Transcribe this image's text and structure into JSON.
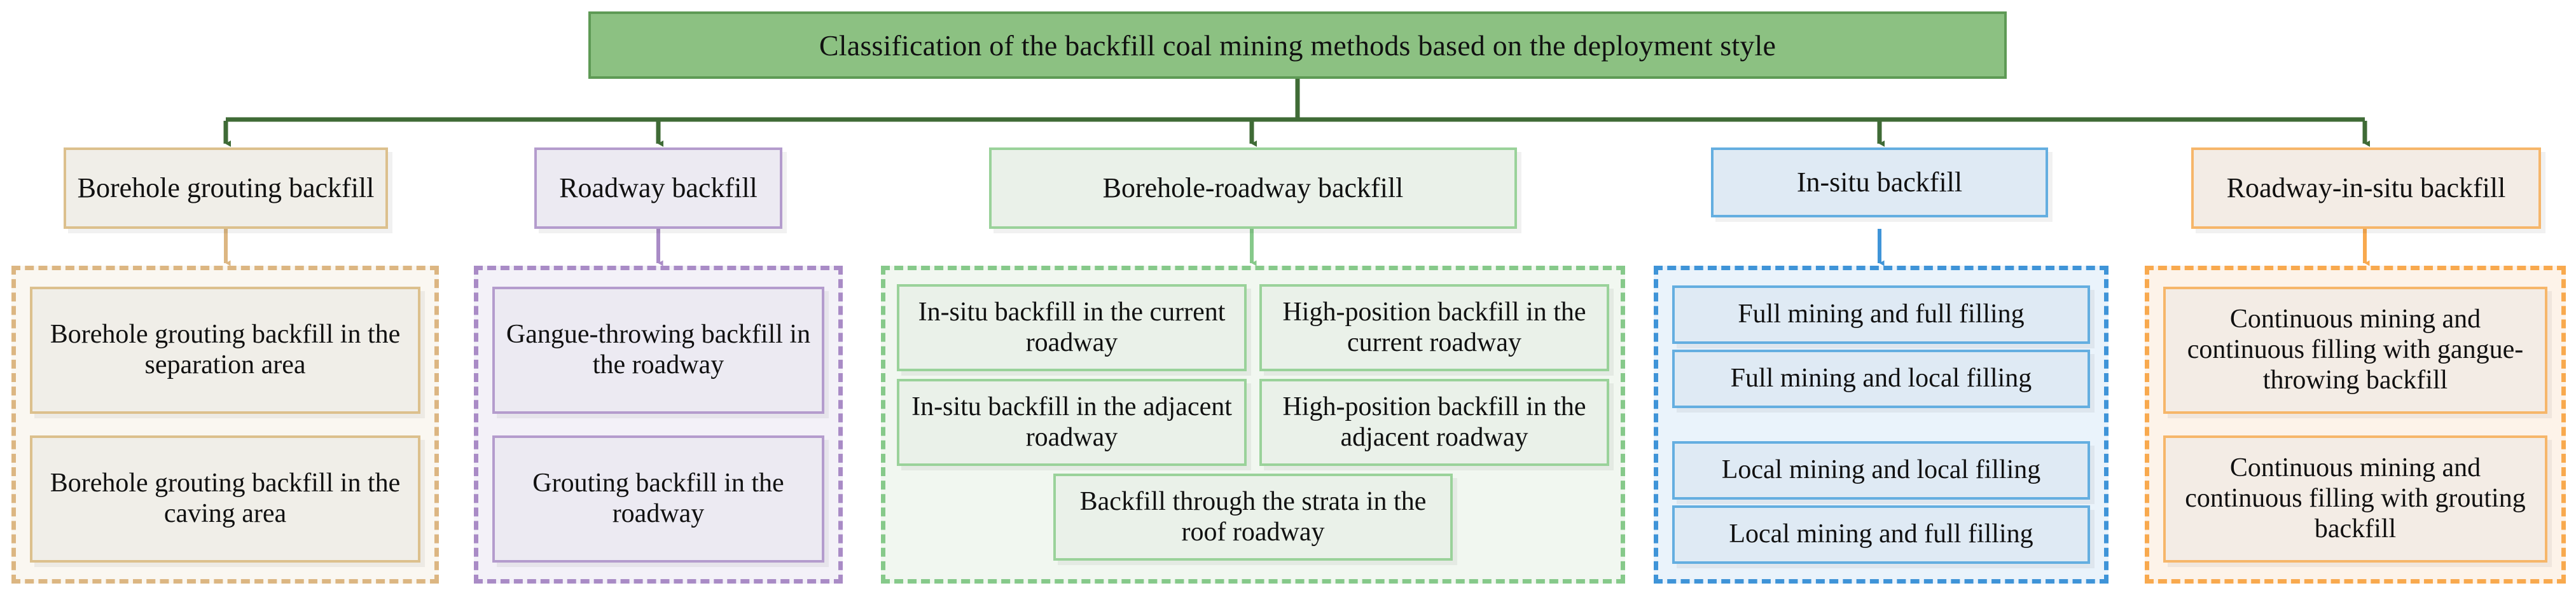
{
  "diagram": {
    "title": "Classification of the backfill coal mining methods based on the deployment style",
    "colors": {
      "root_fill": "#8cc182",
      "root_border": "#5e9a55",
      "connector": "#3f6b36",
      "tan": "#dcb682",
      "purple": "#a98bc6",
      "green": "#86c98a",
      "blue": "#3f94d8",
      "orange": "#f8a94e"
    },
    "branches": [
      {
        "id": "borehole-grouting-backfill",
        "label": "Borehole grouting backfill",
        "accent": "#dcb682",
        "leaves": [
          "Borehole grouting backfill in the separation area",
          "Borehole grouting backfill in the caving area"
        ]
      },
      {
        "id": "roadway-backfill",
        "label": "Roadway backfill",
        "accent": "#a98bc6",
        "leaves": [
          "Gangue-throwing backfill in the roadway",
          "Grouting backfill in the roadway"
        ]
      },
      {
        "id": "borehole-roadway-backfill",
        "label": "Borehole-roadway backfill",
        "accent": "#86c98a",
        "leaves": [
          "In-situ backfill in the current roadway",
          "High-position backfill in the current roadway",
          "In-situ backfill in the adjacent roadway",
          "High-position backfill in the adjacent roadway",
          "Backfill through the strata in the roof roadway"
        ]
      },
      {
        "id": "in-situ-backfill",
        "label": "In-situ backfill",
        "accent": "#3f94d8",
        "leaves": [
          "Full mining and full filling",
          "Full mining and local filling",
          "Local mining and local filling",
          "Local mining and full filling"
        ]
      },
      {
        "id": "roadway-in-situ-backfill",
        "label": "Roadway-in-situ backfill",
        "accent": "#f8a94e",
        "leaves": [
          "Continuous mining and continuous filling with gangue-throwing backfill",
          "Continuous mining and continuous filling with grouting backfill"
        ]
      }
    ]
  }
}
